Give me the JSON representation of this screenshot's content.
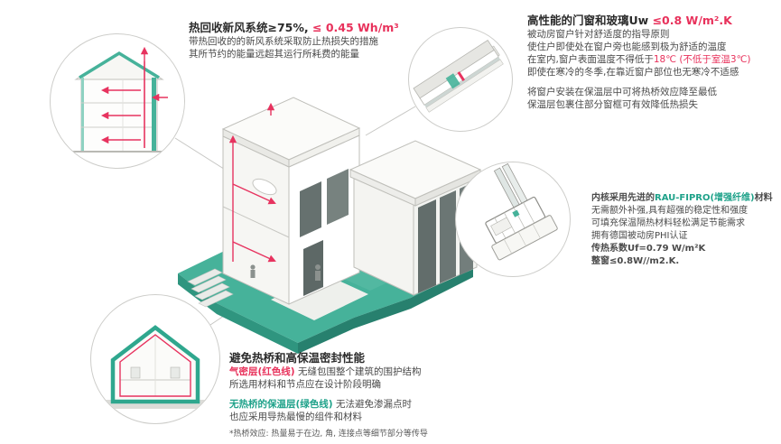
{
  "colors": {
    "teal": "#2FA78E",
    "red": "#E8315B",
    "ground": "#46B29A",
    "text": "#4a4a4a"
  },
  "sections": {
    "heat_recovery": {
      "title_black": "热回收新风系统≥75%, ",
      "title_red": "≤ 0.45 Wh/m³",
      "line1": "带热回收的的新风系统采取防止热损失的措施",
      "line2": "其所节约的能量远超其运行所耗费的能量"
    },
    "windows": {
      "title_black": "高性能的门窗和玻璃Uw ",
      "title_red": "≤0.8 W/m².K",
      "line1": "被动房窗户针对舒适度的指导原则",
      "line2": "使住户即使处在窗户旁也能感到极为舒适的温度",
      "line3_black": "在室内,窗户表面温度不得低于",
      "line3_red": "18℃ (不低于室温3℃)",
      "line4": "即使在寒冷的冬季,在靠近窗户部位也无寒冷不适感",
      "line5": "将窗户安装在保温层中可将热桥效应降至最低",
      "line6": "保温层包裹住部分窗框可有效降低热损失"
    },
    "profile": {
      "line1_black1": "内核采用先进的",
      "line1_teal": "RAU-FIPRO(增强纤维)",
      "line1_black2": "材料",
      "line2": "无需额外补强,具有超强的稳定性和强度",
      "line3": "可填充保温隔热材料轻松满足节能需求",
      "line4": "拥有德国被动房PHI认证",
      "line5": "传热系数Uf=0.79 W/m²K",
      "line6": "整窗≤0.8W//m2.K."
    },
    "thermal": {
      "title": "避免热桥和高保温密封性能",
      "line1_red": "气密层(红色线)",
      "line1_black": " 无缝包围整个建筑的围护结构",
      "line2": "所选用材料和节点应在设计阶段明确",
      "line3_teal": "无热桥的保温层(绿色线)",
      "line3_black": " 无法避免渗漏点时",
      "line4": "也应采用导热最慢的组件和材料",
      "footnote": "*热桥效应: 热量易于在边, 角, 连接点等细节部分等传导"
    }
  }
}
